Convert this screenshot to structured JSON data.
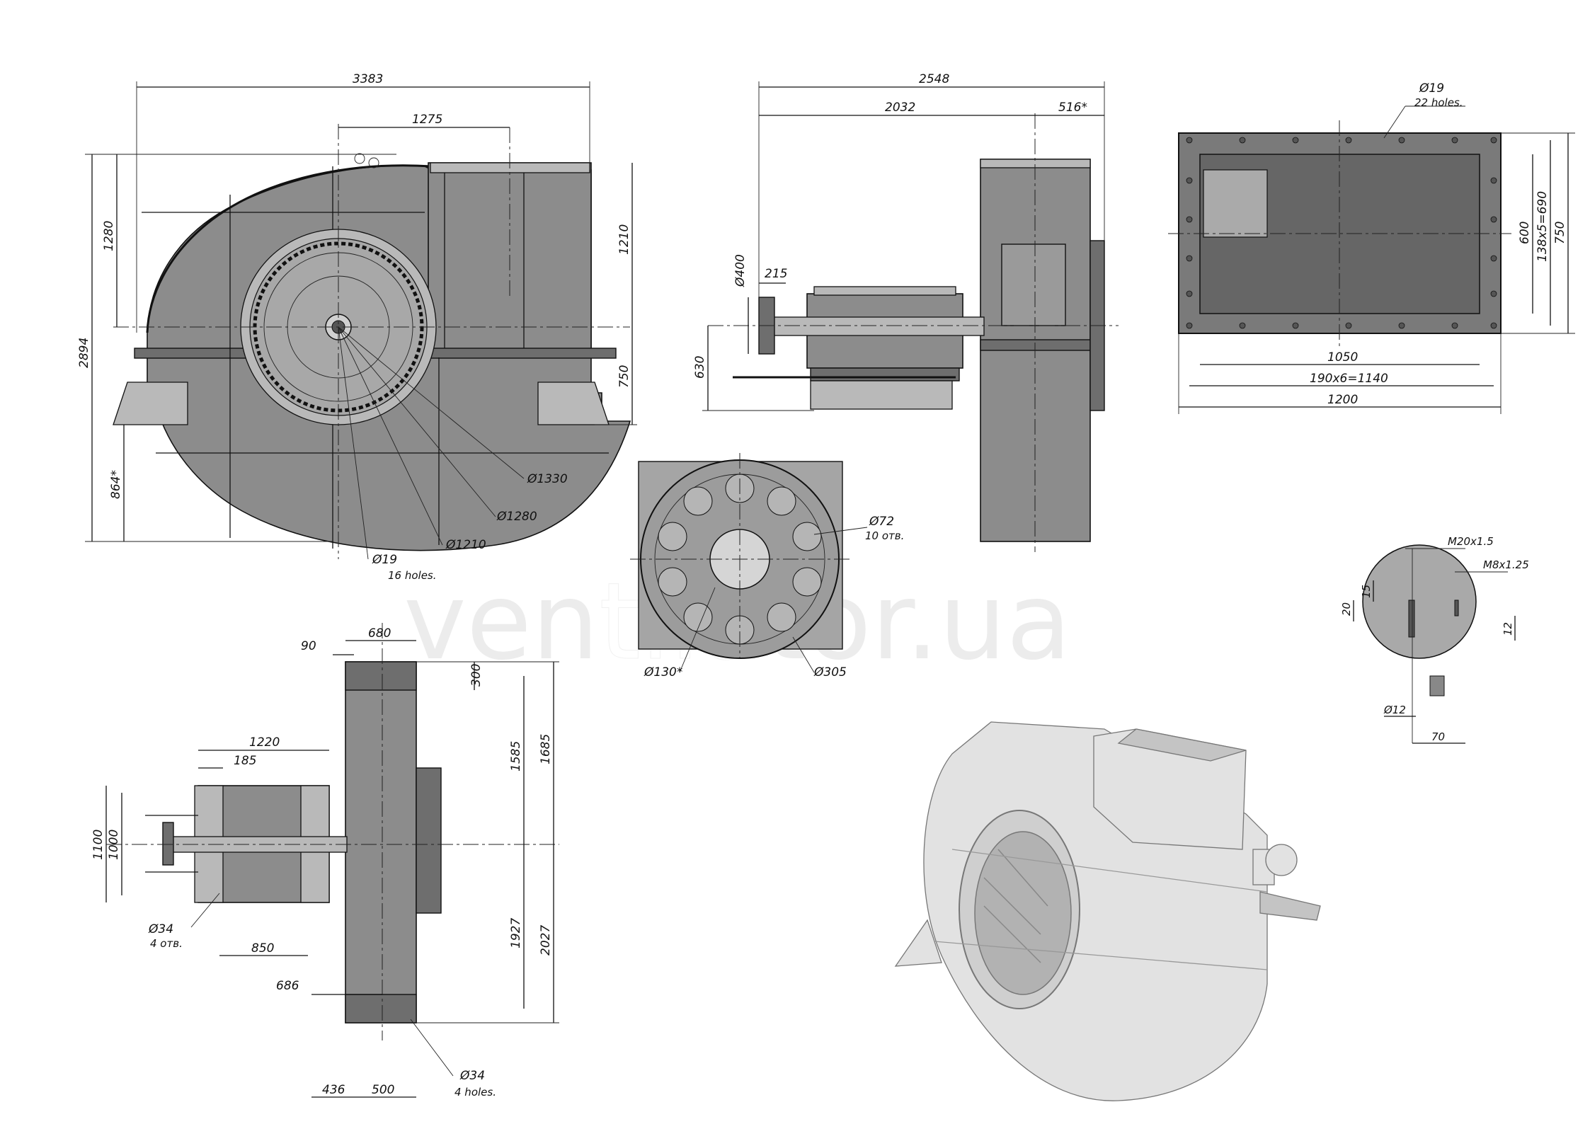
{
  "watermark": {
    "prefix": "ven",
    "highlight": "tila",
    "suffix": "tor.ua"
  },
  "views": {
    "front": {
      "dims": {
        "overall_width": "3383",
        "outlet_offset": "1275",
        "upper_height": "1280",
        "overall_height": "2894",
        "outlet_height": "1210",
        "axis_height": "750",
        "lower_height": "864*",
        "d1": "Ø1330",
        "d2": "Ø1280",
        "d3": "Ø1210",
        "holes_d": "Ø19",
        "holes_note": "16 holes."
      }
    },
    "side": {
      "dims": {
        "overall_length": "2548",
        "shaft_length": "2032",
        "inlet_depth": "516*",
        "coupling_d": "Ø400",
        "coupling_len": "215",
        "axis_height": "630"
      }
    },
    "flange": {
      "dims": {
        "holes_d": "Ø19",
        "holes_note": "22 holes.",
        "inner_height": "600",
        "pitch_v": "138x5=690",
        "outer_height": "750",
        "inner_width": "1050",
        "pitch_h": "190x6=1140",
        "outer_width": "1200"
      }
    },
    "hub": {
      "dims": {
        "holes_d": "Ø72",
        "holes_note": "10 отв.",
        "bore_d": "Ø130*",
        "outer_d": "Ø305"
      }
    },
    "detail": {
      "dims": {
        "thread1": "M20x1.5",
        "thread2": "M8x1.25",
        "h15": "15",
        "h20": "20",
        "h12": "12",
        "pin_d": "Ø12",
        "w70": "70"
      }
    },
    "plan": {
      "dims": {
        "housing_width": "680",
        "offset90": "90",
        "h300": "300",
        "base_len": "1220",
        "w185": "185",
        "h1585": "1585",
        "h1685": "1685",
        "h1100": "1100",
        "h1000": "1000",
        "anchor_d": "Ø34",
        "anchor_note": "4 отв.",
        "w850": "850",
        "w686": "686",
        "h1927": "1927",
        "h2027": "2027",
        "w436": "436",
        "w500": "500",
        "foot_d": "Ø34",
        "foot_note": "4 holes."
      }
    }
  }
}
